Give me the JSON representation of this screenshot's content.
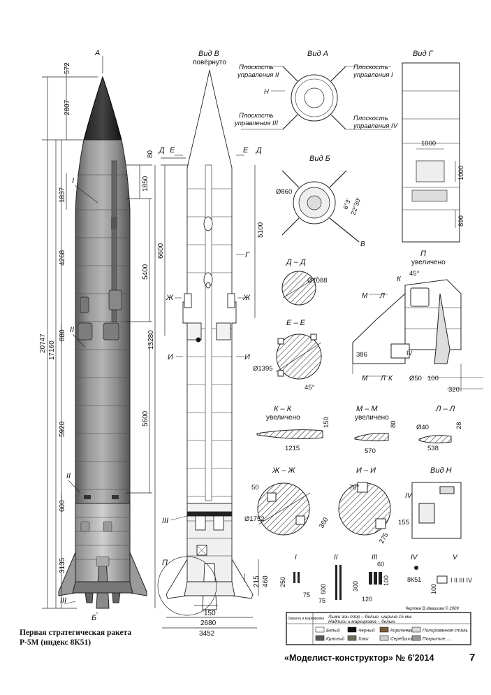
{
  "caption": {
    "line1": "Первая стратегическая ракета",
    "line2": "Р-5М (индекс 8К51)"
  },
  "footer": {
    "magazine": "«Моделист-конструктор» № 6'2014",
    "page": "7"
  },
  "labels": {
    "view_a_arrow": "А",
    "view_b_arrow": "Б",
    "view_v": "Вид В",
    "view_v_sub": "повёрнуто",
    "view_a": "Вид А",
    "view_b": "Вид Б",
    "view_g": "Вид Г",
    "view_n": "Вид Н",
    "plane_2": "Плоскость управления II",
    "plane_1": "Плоскость управления I",
    "plane_3": "Плоскость управления III",
    "plane_4": "Плоскость управления IV",
    "h_letter": "Н",
    "v_letter": "В",
    "g_letter": "Г",
    "p_letter": "П",
    "d": "Д",
    "e": "Е",
    "zh": "Ж",
    "i": "И",
    "sec_dd": "Д – Д",
    "sec_ee": "Е – Е",
    "sec_kk": "К – К",
    "sec_mm": "М – М",
    "sec_ll": "Л – Л",
    "sec_zhzh": "Ж – Ж",
    "sec_ii": "И – И",
    "p_enlarged": "П",
    "enlarged": "увеличено",
    "k": "К",
    "m": "М",
    "l": "Л",
    "roman_1": "I",
    "roman_2": "II",
    "roman_3": "III",
    "roman_4": "IV",
    "roman_5": "V",
    "ins_8k51": "8К51",
    "ins_roman": "I II III IV"
  },
  "dimensions": {
    "d572": "572",
    "d2807": "2807",
    "d20747": "20747",
    "d17160": "17160",
    "d1837": "1837",
    "d4268": "4268",
    "d880": "880",
    "d5920": "5920",
    "d600": "600",
    "d3135": "3135",
    "d1850": "1850",
    "d5400": "5400",
    "d5600": "5600",
    "d80": "80",
    "d6600": "6600",
    "d13280": "13280",
    "d5100": "5100",
    "d215": "215",
    "d460": "460",
    "d150": "150",
    "d2680": "2680",
    "d3452": "3452",
    "d860": "Ø860",
    "a6_3": "6°3'",
    "a22_30": "22°30'",
    "d1000a": "1000",
    "d1000b": "1000",
    "d890": "890",
    "d1088": "Ø1088",
    "d1395": "Ø1395",
    "a45": "45°",
    "a45b": "45°",
    "d386": "386",
    "d50": "Ø50",
    "d100": "100",
    "d320": "320",
    "d1215": "1215",
    "d150k": "150",
    "d570": "570",
    "d80m": "80",
    "d40": "Ø40",
    "d28": "28",
    "d538": "538",
    "d50zh": "50",
    "d1752": "Ø1752",
    "d360": "360",
    "a70": "70°",
    "d155": "155",
    "d275": "275",
    "d250": "250",
    "d75": "75",
    "d600b": "600",
    "d75b": "75",
    "d300": "300",
    "d60": "60",
    "d120": "120",
    "d100b": "100",
    "d100c": "100"
  },
  "legend": {
    "note1": "Лыжи зон опор – белые, ширина 15 мм.",
    "note2": "Надписи и маркировка – белые.",
    "corner": "Окраска и маркировка",
    "credit": "Чертеж В.Ивашова © 2009",
    "items": [
      {
        "label": "Белый",
        "color": "#ffffff"
      },
      {
        "label": "Черный",
        "color": "#111111"
      },
      {
        "label": "Коричневый",
        "color": "#7a5a3a"
      },
      {
        "label": "Полированная сталь",
        "color": "#dddddd"
      },
      {
        "label": "Красный",
        "color": "#555555"
      },
      {
        "label": "Хаки",
        "color": "#6d6d5a"
      },
      {
        "label": "Серебристый",
        "color": "#cfcfcf"
      },
      {
        "label": "Покрытие ...",
        "color": "#999999"
      }
    ]
  }
}
